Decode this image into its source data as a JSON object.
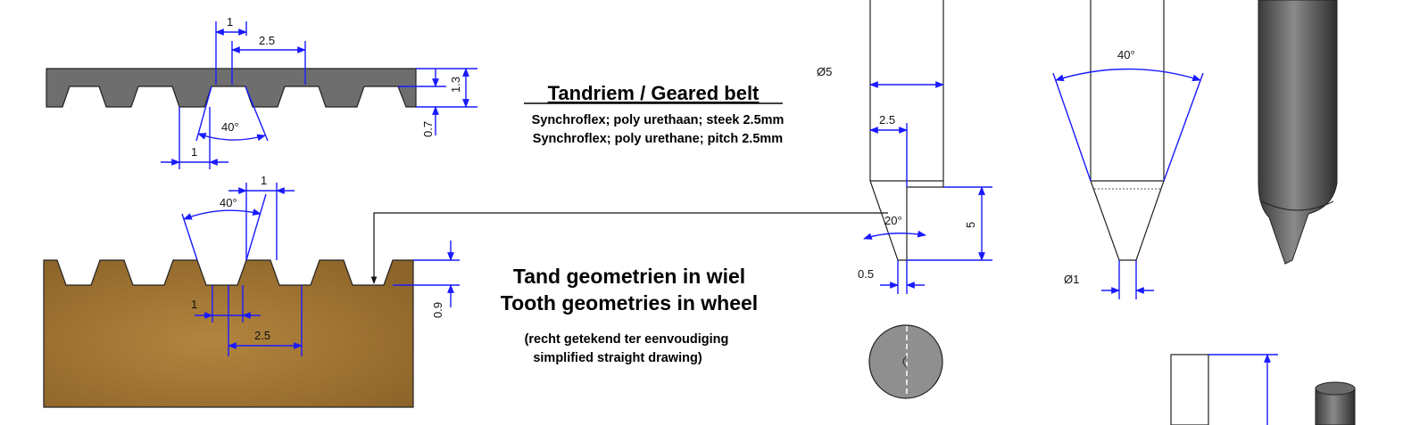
{
  "colors": {
    "dimension": "#1a1aff",
    "belt": "#6e6e6e",
    "wheel": "#a97a3a",
    "outline": "#222222",
    "tool_steel": "#5b5b5b"
  },
  "belt_section": {
    "title": "Tandriem / Geared belt",
    "line1": "Synchroflex; poly urethaan; steek 2.5mm",
    "line2": "Synchroflex; poly urethane; pitch 2.5mm",
    "dims": {
      "tooth_width": "1",
      "pitch": "2.5",
      "total_height": "1.3",
      "tooth_height": "0.7",
      "angle": "40°",
      "root_width": "1"
    }
  },
  "wheel_section": {
    "title1": "Tand geometrien in wiel",
    "title2": "Tooth geometries in wheel",
    "note1": "(recht getekend ter eenvoudiging",
    "note2": "simplified straight drawing)",
    "dims": {
      "tooth_width": "1",
      "angle": "40°",
      "depth": "0.9",
      "root_width": "1",
      "pitch": "2.5"
    }
  },
  "tool_a": {
    "dims": {
      "diameter": "Ø5",
      "width": "2.5",
      "angle": "20°",
      "length": "5",
      "tip": "0.5"
    }
  },
  "tool_b": {
    "dims": {
      "angle": "40°",
      "tip_diameter": "Ø1"
    }
  }
}
